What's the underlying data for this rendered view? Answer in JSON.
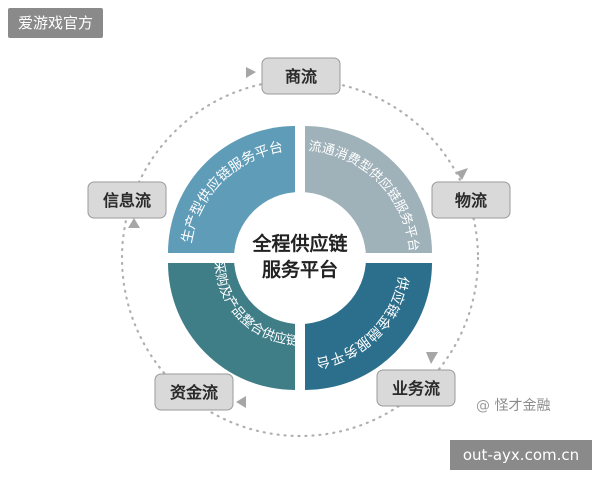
{
  "top_label": "爱游戏官方",
  "bottom_label": "out-ayx.com.cn",
  "watermark": "怪才金融",
  "center": {
    "line1": "全程供应链",
    "line2": "服务平台"
  },
  "segments": [
    "生产型供应链服务平台",
    "流通消费型供应链服务平台",
    "供应链金融服务平台",
    "全球采购及产品整合供应链服务"
  ],
  "nodes": {
    "top": "商流",
    "right": "物流",
    "bottom_right": "业务流",
    "bottom_left": "资金流",
    "left": "信息流"
  },
  "colors": {
    "segment_top_left": "#5f9cb8",
    "segment_top_right": "#9fb1b9",
    "segment_bottom_right": "#2c6f8d",
    "segment_bottom_left": "#3f7d87",
    "node_fill": "#d9d9d9",
    "node_border": "#9a9a9a",
    "label_bg": "#8a8a8a"
  }
}
